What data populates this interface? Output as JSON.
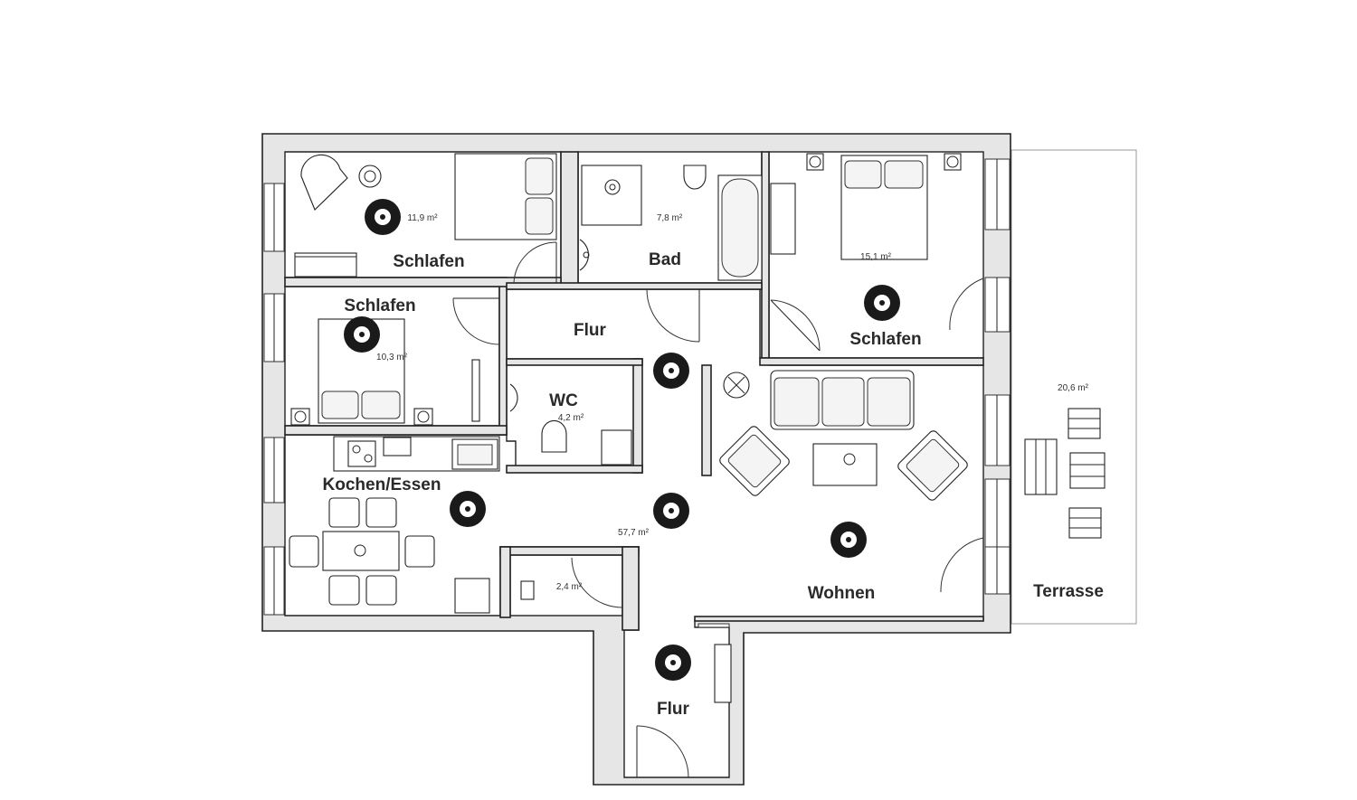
{
  "colors": {
    "wall_fill": "#e6e6e6",
    "line": "#222222",
    "lamp": "#1a1a1a",
    "terrace_outline": "#9a9a9a"
  },
  "rooms": {
    "schlafen_1": {
      "label": "Schlafen",
      "area": "11,9 m²"
    },
    "bad": {
      "label": "Bad",
      "area": "7,8 m²"
    },
    "schlafen_3": {
      "label": "Schlafen",
      "area": "15,1 m²"
    },
    "schlafen_2": {
      "label": "Schlafen",
      "area": "10,3 m²"
    },
    "flur_top": {
      "label": "Flur"
    },
    "wc": {
      "label": "WC",
      "area": "4,2 m²"
    },
    "kochen_essen": {
      "label": "Kochen/Essen"
    },
    "living_area": {
      "area": "57,7 m²"
    },
    "storage": {
      "area": "2,4 m²"
    },
    "wohnen": {
      "label": "Wohnen"
    },
    "flur_bottom": {
      "label": "Flur"
    },
    "terrasse": {
      "label": "Terrasse",
      "area": "20,6 m²"
    }
  },
  "icons": {
    "ceiling_lamp": "pendant-lamp-icon",
    "plant": "plant-icon",
    "door": "door-swing-icon",
    "window": "window-icon"
  }
}
